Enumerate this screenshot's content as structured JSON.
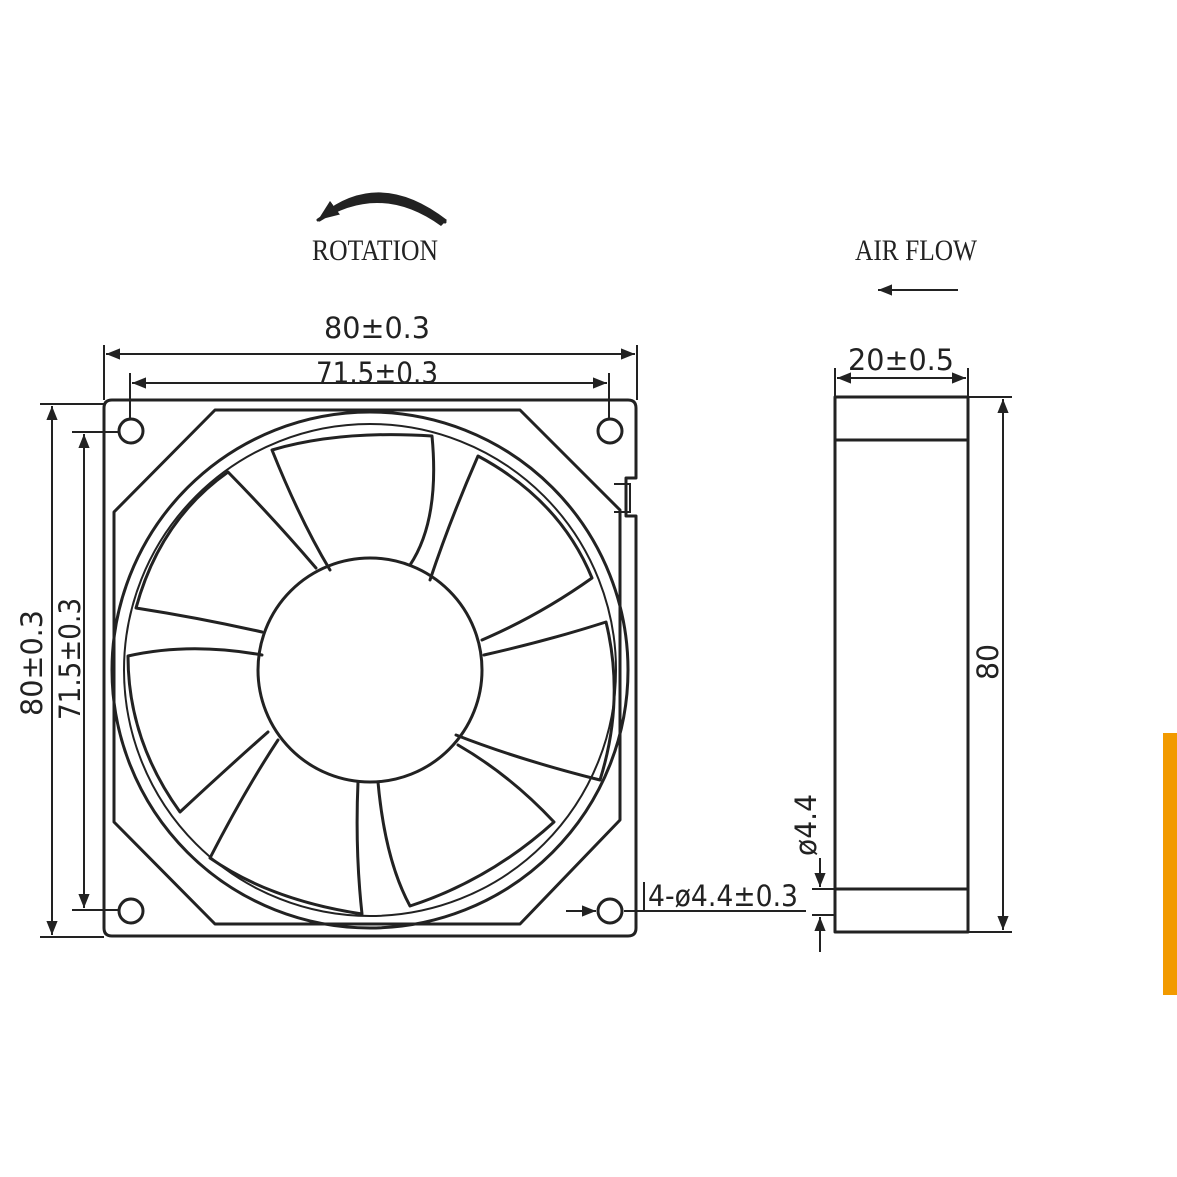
{
  "labels": {
    "rotation": "ROTATION",
    "air_flow": "AIR FLOW"
  },
  "dimensions": {
    "outer_width": "80±0.3",
    "hole_spacing_width": "71.5±0.3",
    "outer_height": "80±0.3",
    "hole_spacing_height": "71.5±0.3",
    "mounting_holes": "4-ø4.4±0.3",
    "thickness": "20±0.5",
    "side_height": "80",
    "side_hole": "ø4.4"
  },
  "colors": {
    "line": "#222222",
    "accent_bar": "#f29a00"
  }
}
